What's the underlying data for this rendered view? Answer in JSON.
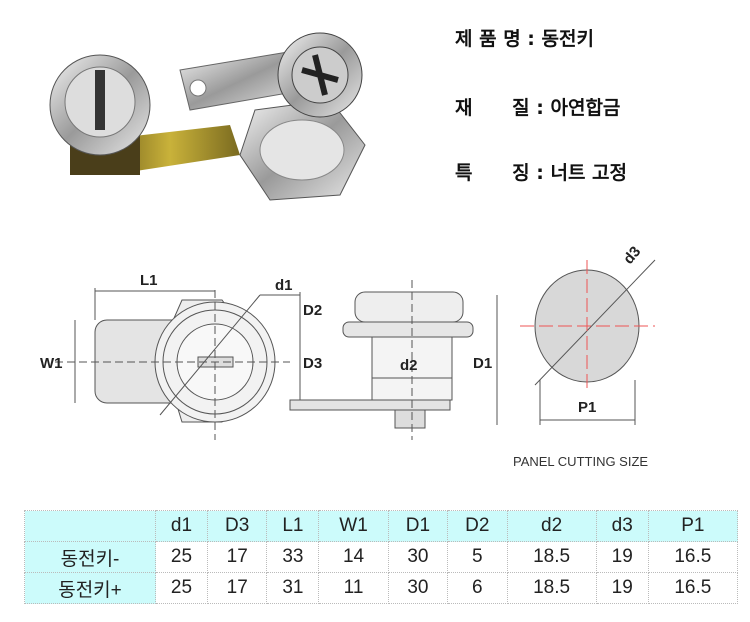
{
  "specs": [
    {
      "label": "제 품 명",
      "value": "동전키"
    },
    {
      "label": "재      질",
      "value": "아연합금"
    },
    {
      "label": "특      징",
      "value": "너트 고정"
    }
  ],
  "diagram": {
    "labels": {
      "L1": "L1",
      "W1": "W1",
      "d1": "d1",
      "D2": "D2",
      "D3": "D3",
      "d2": "d2",
      "D1": "D1",
      "d3": "d3",
      "P1": "P1"
    },
    "caption": "PANEL CUTTING SIZE"
  },
  "table": {
    "headers": [
      "",
      "d1",
      "D3",
      "L1",
      "W1",
      "D1",
      "D2",
      "d2",
      "d3",
      "P1"
    ],
    "rows": [
      [
        "동전키-",
        "25",
        "17",
        "33",
        "14",
        "30",
        "5",
        "18.5",
        "19",
        "16.5"
      ],
      [
        "동전키+",
        "25",
        "17",
        "31",
        "11",
        "30",
        "6",
        "18.5",
        "19",
        "16.5"
      ]
    ]
  }
}
